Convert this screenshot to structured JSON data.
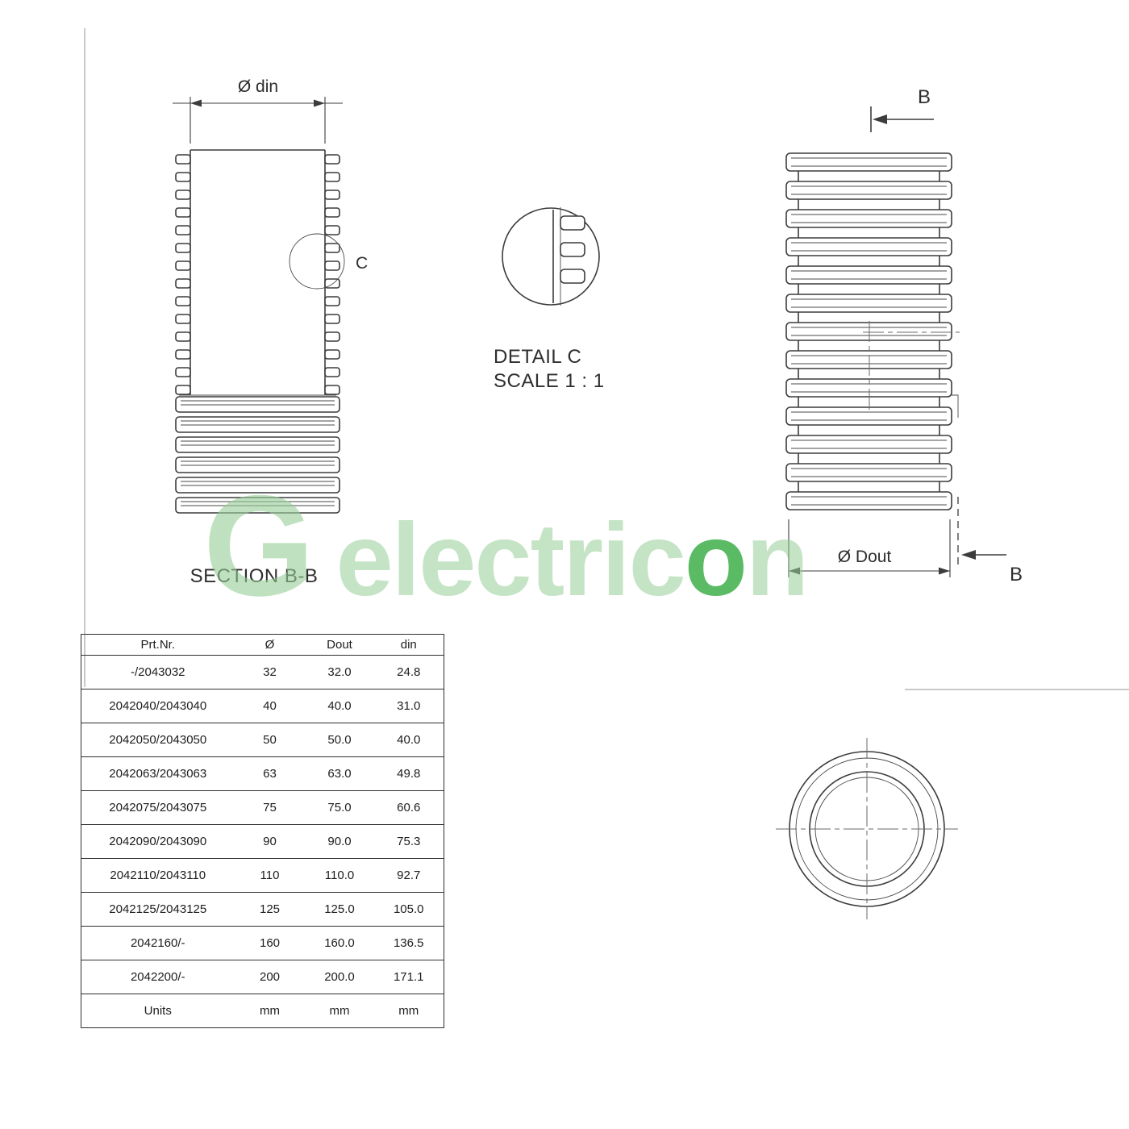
{
  "drawing": {
    "section_view": {
      "dimension_label": "Ø din",
      "detail_marker": "C",
      "caption": "SECTION B-B"
    },
    "detail_view": {
      "title": "DETAIL C",
      "scale": "SCALE 1 : 1"
    },
    "side_view": {
      "section_label_top": "B",
      "section_label_bottom": "B",
      "dimension_label": "Ø Dout"
    }
  },
  "watermark": {
    "logo": "G",
    "part1": "electric",
    "part2": "o",
    "part3": "n"
  },
  "table": {
    "headers": [
      "Prt.Nr.",
      "Ø",
      "Dout",
      "din"
    ],
    "rows": [
      [
        "-/2043032",
        "32",
        "32.0",
        "24.8"
      ],
      [
        "2042040/2043040",
        "40",
        "40.0",
        "31.0"
      ],
      [
        "2042050/2043050",
        "50",
        "50.0",
        "40.0"
      ],
      [
        "2042063/2043063",
        "63",
        "63.0",
        "49.8"
      ],
      [
        "2042075/2043075",
        "75",
        "75.0",
        "60.6"
      ],
      [
        "2042090/2043090",
        "90",
        "90.0",
        "75.3"
      ],
      [
        "2042110/2043110",
        "110",
        "110.0",
        "92.7"
      ],
      [
        "2042125/2043125",
        "125",
        "125.0",
        "105.0"
      ],
      [
        "2042160/-",
        "160",
        "160.0",
        "136.5"
      ],
      [
        "2042200/-",
        "200",
        "200.0",
        "171.1"
      ]
    ],
    "units_row": [
      "Units",
      "mm",
      "mm",
      "mm"
    ]
  }
}
